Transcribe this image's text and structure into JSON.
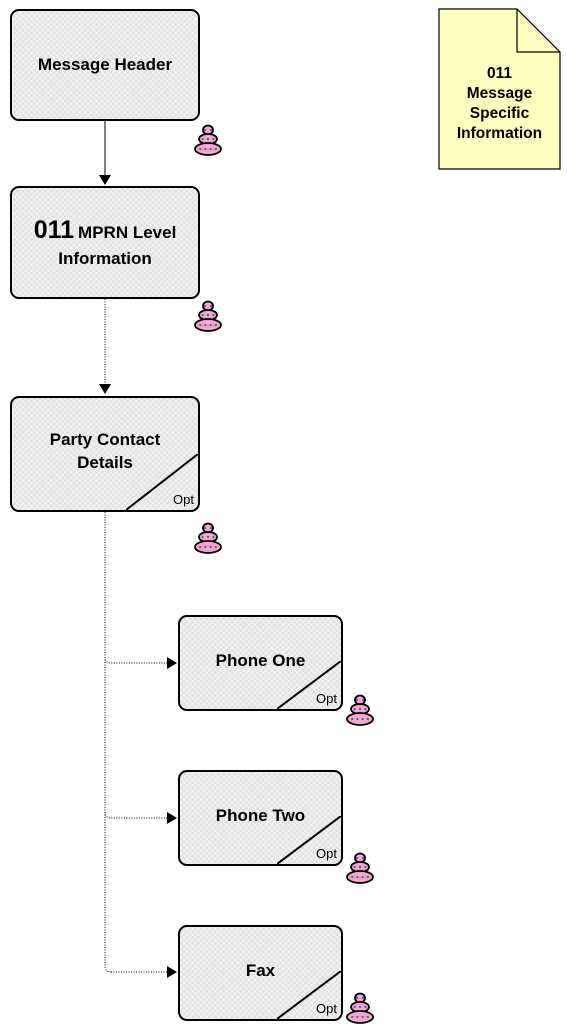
{
  "colors": {
    "node_fill": "#e2e2e2",
    "note_fill": "#ffffc0",
    "repeat_icon_fill": "#f2a7c8",
    "repeat_icon_dots": "#4a56c6"
  },
  "icons": {
    "repeat": "stacked-discs-repeat-icon"
  },
  "nodes": {
    "message_header": {
      "label": "Message Header"
    },
    "mprn_level": {
      "code": "011",
      "label_line1": "MPRN Level",
      "label_line2": "Information"
    },
    "party_contact": {
      "label_line1": "Party Contact",
      "label_line2": "Details",
      "opt": "Opt"
    },
    "phone_one": {
      "label": "Phone One",
      "opt": "Opt"
    },
    "phone_two": {
      "label": "Phone Two",
      "opt": "Opt"
    },
    "fax": {
      "label": "Fax",
      "opt": "Opt"
    }
  },
  "note": {
    "lines": [
      "011",
      "Message",
      "Specific",
      "Information"
    ]
  }
}
